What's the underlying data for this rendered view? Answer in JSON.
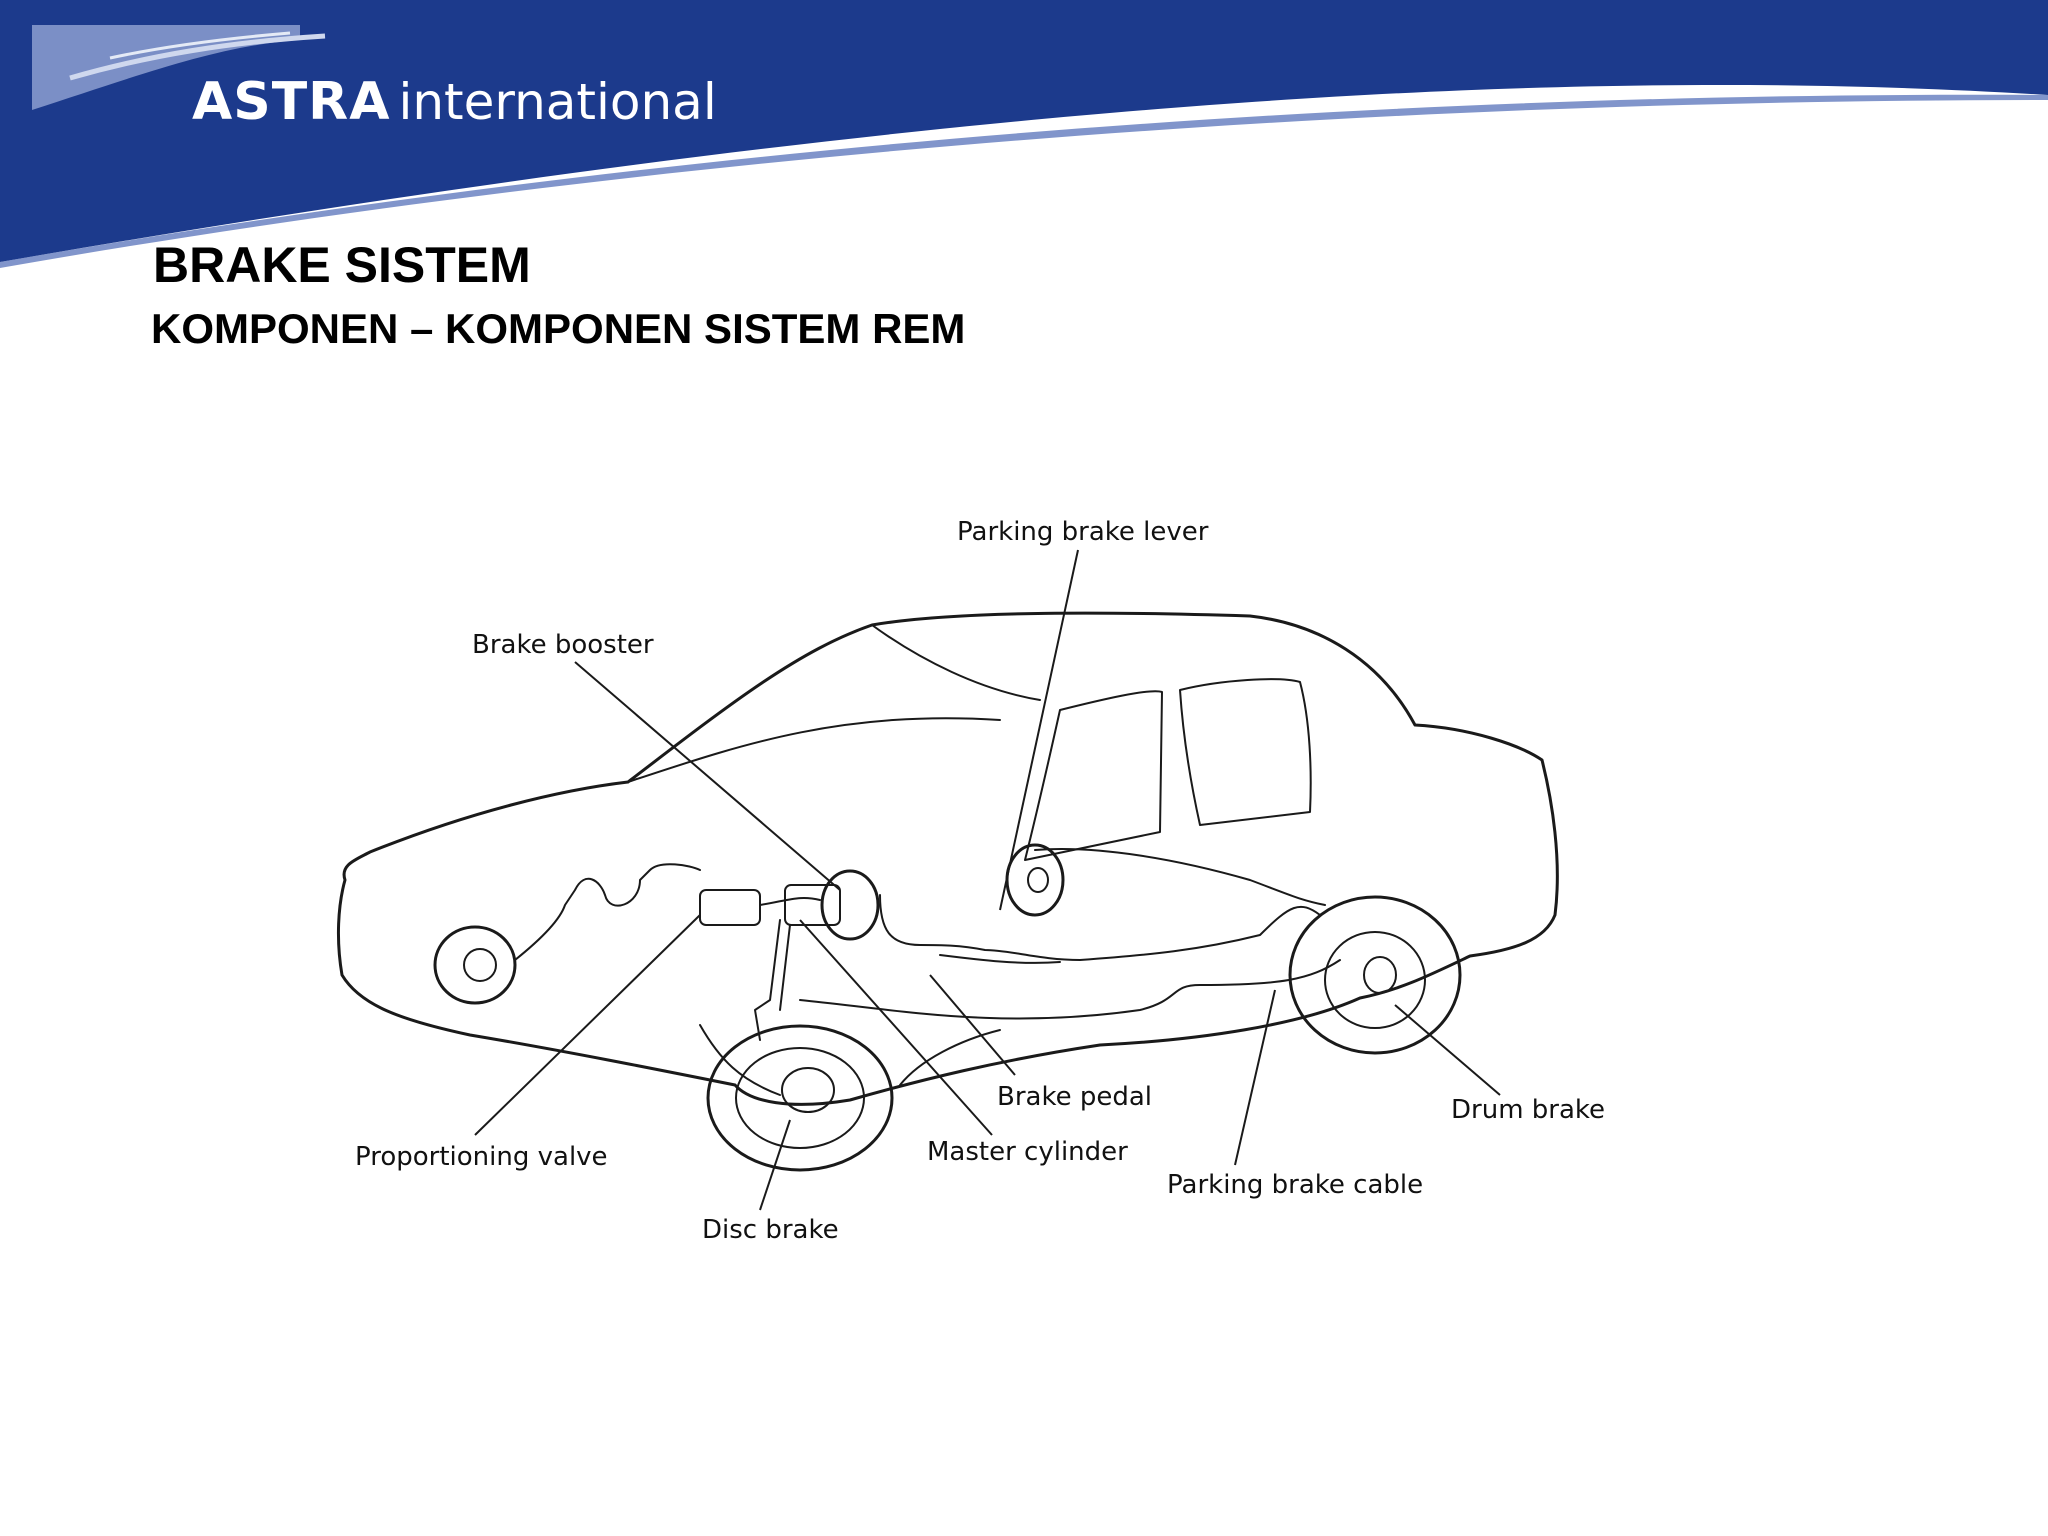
{
  "header": {
    "brand_strong": "ASTRA",
    "brand_light": "international",
    "colors": {
      "banner": "#1c3a8c",
      "swoosh": "#ffffff"
    }
  },
  "slide": {
    "title": "BRAKE SISTEM",
    "subtitle": "KOMPONEN – KOMPONEN SISTEM REM"
  },
  "diagram": {
    "labels": {
      "parking_brake_lever": "Parking brake lever",
      "brake_booster": "Brake booster",
      "brake_pedal": "Brake pedal",
      "drum_brake": "Drum brake",
      "proportioning_valve": "Proportioning valve",
      "master_cylinder": "Master cylinder",
      "parking_brake_cable": "Parking brake cable",
      "disc_brake": "Disc brake"
    }
  }
}
